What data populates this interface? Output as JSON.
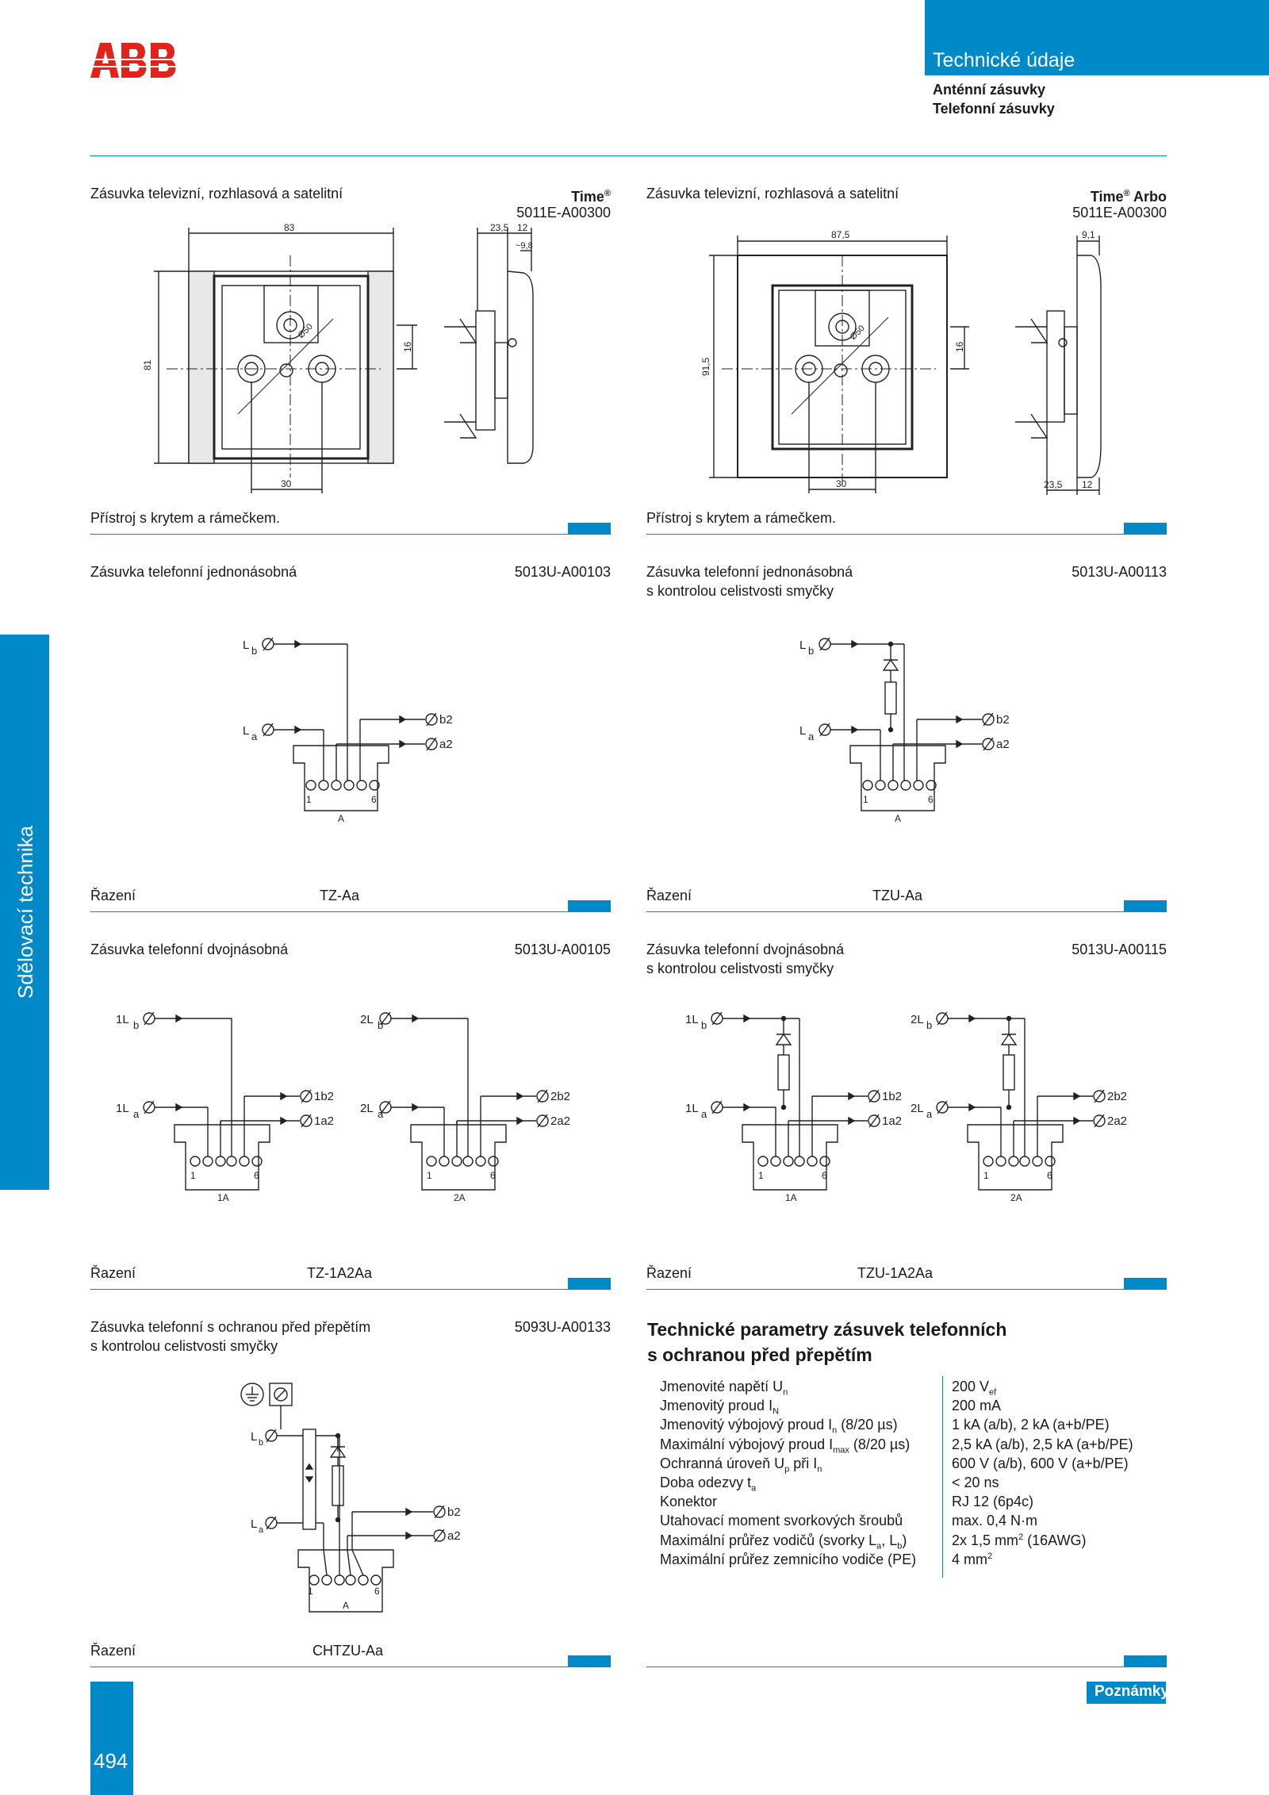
{
  "brand": "ABB",
  "header": {
    "title": "Technické údaje",
    "sub1": "Anténní zásuvky",
    "sub2": "Telefonní zásuvky"
  },
  "side_label": "Sdělovací technika",
  "page_number": "494",
  "notes_label": "Poznámky",
  "s1": {
    "left": {
      "title": "Zásuvka televizní, rozhlasová a satelitní",
      "series": "Time",
      "code": "5011E-A00300",
      "caption": "Přístroj s krytem a rámečkem.",
      "dims": {
        "w": "83",
        "h": "81",
        "d1": "23,5",
        "d2": "12",
        "d3": "~9,8",
        "d4": "16",
        "d5": "30",
        "d6": "Ø50"
      }
    },
    "right": {
      "title": "Zásuvka televizní, rozhlasová a satelitní",
      "series": "Time",
      "series2": "Arbo",
      "code": "5011E-A00300",
      "caption": "Přístroj s krytem a rámečkem.",
      "dims": {
        "w": "87,5",
        "h": "91,5",
        "d1": "9,1",
        "d2": "23,5",
        "d3": "12",
        "d4": "16",
        "d5": "30",
        "d6": "Ø50"
      }
    }
  },
  "s2": {
    "left": {
      "title": "Zásuvka telefonní jednonásobná",
      "code": "5013U-A00103",
      "footer_label": "Řazení",
      "footer_value": "TZ-Aa"
    },
    "right": {
      "title1": "Zásuvka telefonní jednonásobná",
      "title2": "s kontrolou celistvosti smyčky",
      "code": "5013U-A00113",
      "footer_label": "Řazení",
      "footer_value": "TZU-Aa"
    }
  },
  "s3": {
    "left": {
      "title": "Zásuvka telefonní dvojnásobná",
      "code": "5013U-A00105",
      "footer_label": "Řazení",
      "footer_value": "TZ-1A2Aa"
    },
    "right": {
      "title1": "Zásuvka telefonní dvojnásobná",
      "title2": "s kontrolou celistvosti smyčky",
      "code": "5013U-A00115",
      "footer_label": "Řazení",
      "footer_value": "TZU-1A2Aa"
    }
  },
  "s4": {
    "left": {
      "title1": "Zásuvka telefonní s ochranou před přepětím",
      "title2": "s kontrolou celistvosti smyčky",
      "code": "5093U-A00133",
      "footer_label": "Řazení",
      "footer_value": "CHTZU-Aa"
    }
  },
  "labels": {
    "Lb_L": "L",
    "Lb_s": "b",
    "La_L": "L",
    "La_s": "a",
    "b2": "b2",
    "a2": "a2",
    "pin1": "1",
    "pin6": "6",
    "A": "A",
    "1Lb": "1L",
    "2Lb": "2L",
    "1b2": "1b2",
    "1a2": "1a2",
    "2b2": "2b2",
    "2a2": "2a2",
    "1A": "1A",
    "2A": "2A"
  },
  "params": {
    "heading1": "Technické parametry zásuvek telefonních",
    "heading2": "s ochranou před přepětím",
    "rows": [
      {
        "l": "Jmenovité napětí U",
        "ls": "n",
        "r": "200 V",
        "rs": "ef"
      },
      {
        "l": "Jmenovitý proud I",
        "ls": "N",
        "r": "200 mA",
        "rs": ""
      },
      {
        "l": "Jmenovitý výbojový proud I",
        "ls": "n",
        "l2": " (8/20 µs)",
        "r": "1 kA (a/b), 2 kA (a+b/PE)",
        "rs": ""
      },
      {
        "l": "Maximální výbojový proud I",
        "ls": "max",
        "l2": " (8/20 µs)",
        "r": "2,5 kA (a/b), 2,5 kA (a+b/PE)",
        "rs": ""
      },
      {
        "l": "Ochranná úroveň U",
        "ls": "p",
        "l2": " při I",
        "ls2": "n",
        "r": "600 V (a/b), 600 V (a+b/PE)",
        "rs": ""
      },
      {
        "l": "Doba odezvy t",
        "ls": "a",
        "r": "< 20 ns",
        "rs": ""
      },
      {
        "l": "Konektor",
        "ls": "",
        "r": "RJ 12 (6p4c)",
        "rs": ""
      },
      {
        "l": "Utahovací moment svorkových šroubů",
        "ls": "",
        "r": "max. 0,4 N·m",
        "rs": ""
      },
      {
        "l": "Maximální průřez vodičů (svorky L",
        "ls": "a",
        "l2": ", L",
        "ls2": "b",
        "l3": ")",
        "r": "2x 1,5 mm",
        "rsup": "2",
        "r2": " (16AWG)",
        "rs": ""
      },
      {
        "l": "Maximální průřez zemnicího vodiče (PE)",
        "ls": "",
        "r": "4 mm",
        "rsup": "2",
        "rs": ""
      }
    ]
  }
}
